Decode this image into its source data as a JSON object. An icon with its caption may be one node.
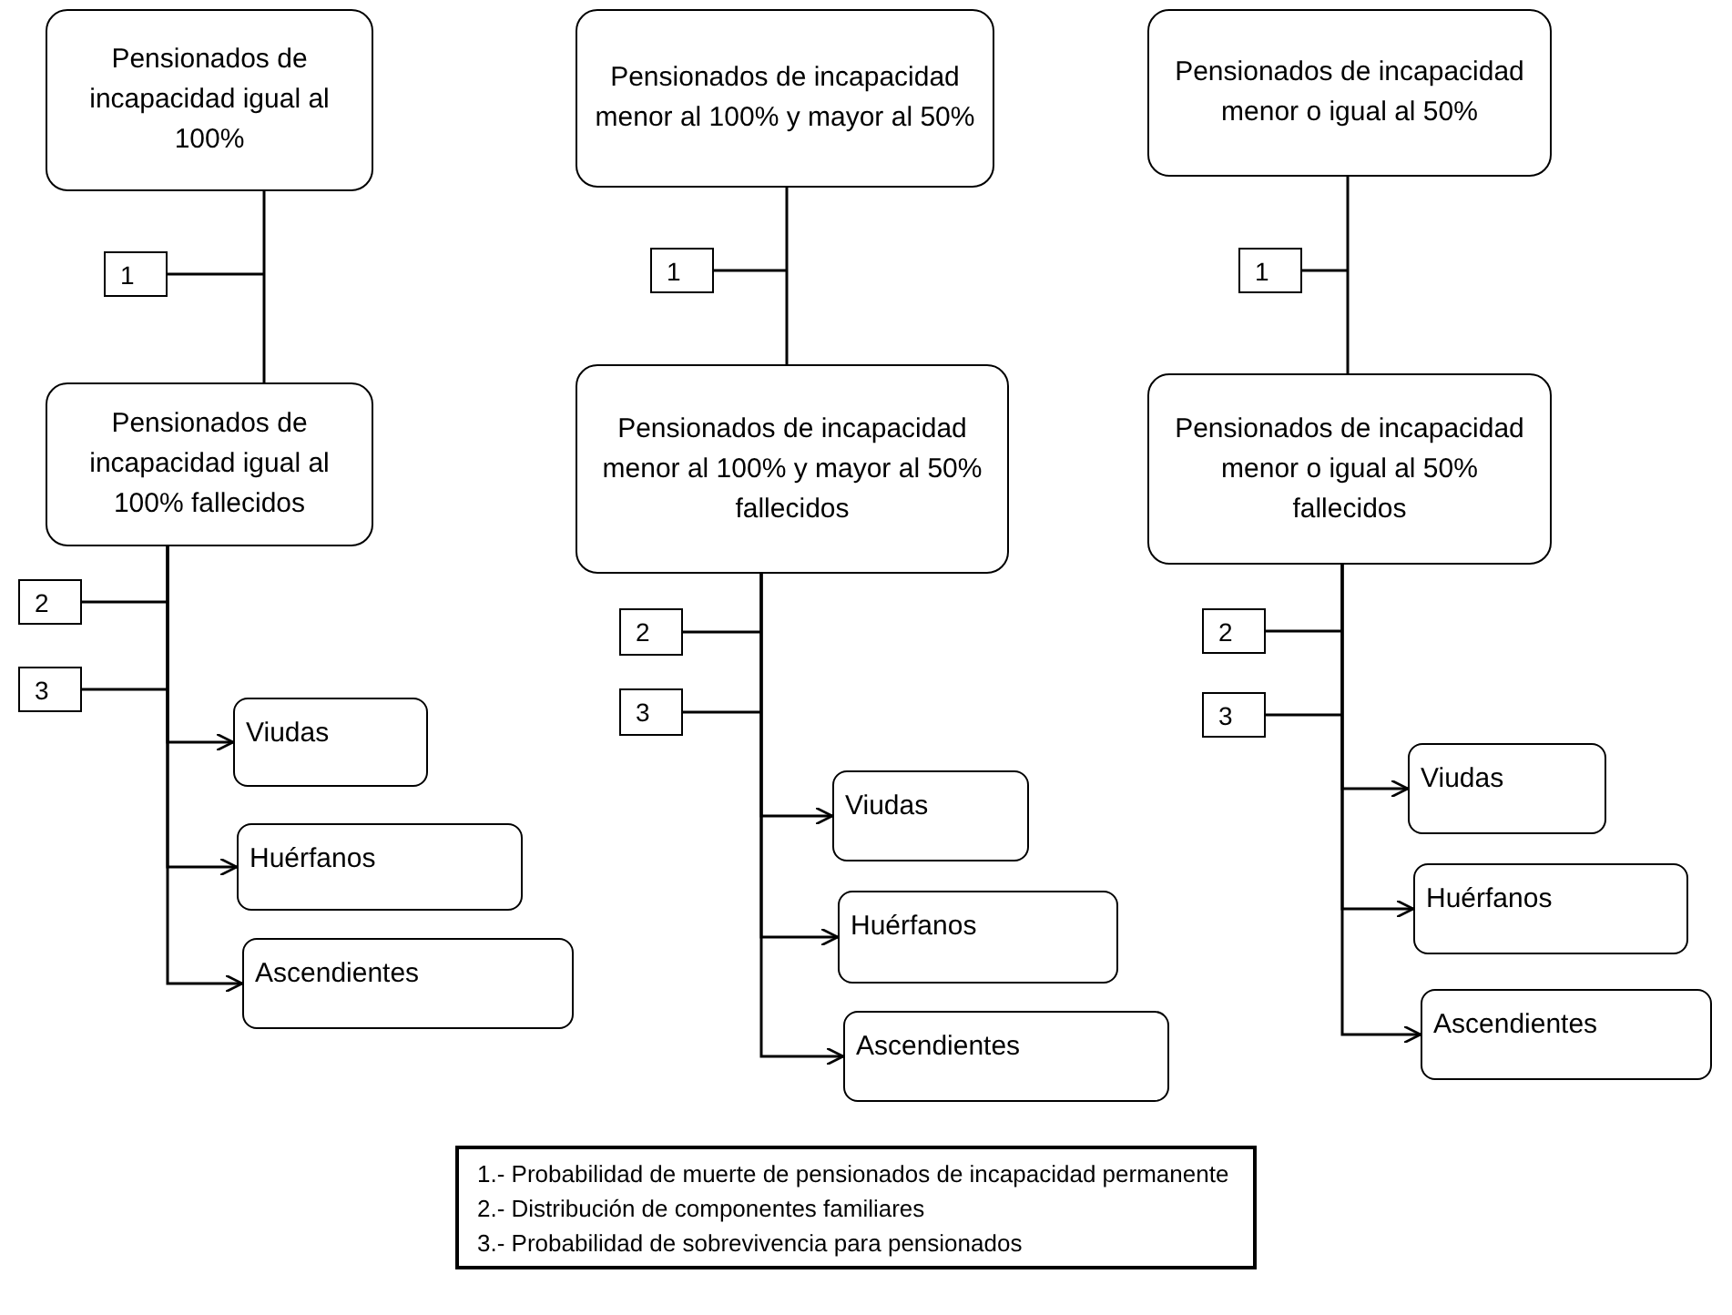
{
  "diagram": {
    "nodes": [
      {
        "text": [
          "Pensionados de incapacidad igual al 100%"
        ]
      },
      {
        "text": [
          "1"
        ]
      },
      {
        "text": [
          "Pensionados de incapacidad igual al 100% fallecidos"
        ]
      },
      {
        "text": [
          "2"
        ]
      },
      {
        "text": [
          "3"
        ]
      },
      {
        "text": [
          "Viudas"
        ]
      },
      {
        "text": [
          "Huérfanos"
        ]
      },
      {
        "text": [
          "Ascendientes"
        ]
      },
      {
        "text": [
          "Pensionados de incapacidad menor al 100% y mayor al 50%"
        ]
      },
      {
        "text": [
          "1"
        ]
      },
      {
        "text": [
          "Pensionados de incapacidad menor al 100% y mayor al 50% fallecidos"
        ]
      },
      {
        "text": [
          "2"
        ]
      },
      {
        "text": [
          "3"
        ]
      },
      {
        "text": [
          "Viudas"
        ]
      },
      {
        "text": [
          "Huérfanos"
        ]
      },
      {
        "text": [
          "Ascendientes"
        ]
      },
      {
        "text": [
          "Pensionados de incapacidad menor o igual al 50%"
        ]
      },
      {
        "text": [
          "1"
        ]
      },
      {
        "text": [
          "Pensionados de incapacidad menor o igual al 50% fallecidos"
        ]
      },
      {
        "text": [
          "2"
        ]
      },
      {
        "text": [
          "3"
        ]
      },
      {
        "text": [
          "Viudas"
        ]
      },
      {
        "text": [
          "Huérfanos"
        ]
      },
      {
        "text": [
          "Ascendientes"
        ]
      },
      {
        "text": [
          "1.- Probabilidad de muerte de pensionados de incapacidad permanente",
          "2.- Distribución de componentes familiares",
          "3.- Probabilidad de sobrevivencia para pensionados"
        ]
      }
    ],
    "edges": [
      {
        "from": 0,
        "to": 2,
        "arrow": "none"
      },
      {
        "from": 1,
        "to": null,
        "arrow": "none"
      },
      {
        "from": 3,
        "to": null,
        "arrow": "none"
      },
      {
        "from": 4,
        "to": null,
        "arrow": "none"
      },
      {
        "from": 2,
        "to": 5,
        "arrow": "to"
      },
      {
        "from": 2,
        "to": 6,
        "arrow": "to"
      },
      {
        "from": 2,
        "to": 7,
        "arrow": "to"
      },
      {
        "from": 8,
        "to": 10,
        "arrow": "none"
      },
      {
        "from": 9,
        "to": null,
        "arrow": "none"
      },
      {
        "from": 11,
        "to": null,
        "arrow": "none"
      },
      {
        "from": 12,
        "to": null,
        "arrow": "none"
      },
      {
        "from": 10,
        "to": 13,
        "arrow": "to"
      },
      {
        "from": 10,
        "to": 14,
        "arrow": "to"
      },
      {
        "from": 10,
        "to": 15,
        "arrow": "to"
      },
      {
        "from": 16,
        "to": 18,
        "arrow": "none"
      },
      {
        "from": 17,
        "to": null,
        "arrow": "none"
      },
      {
        "from": 19,
        "to": null,
        "arrow": "none"
      },
      {
        "from": 20,
        "to": null,
        "arrow": "none"
      },
      {
        "from": 18,
        "to": 21,
        "arrow": "to"
      },
      {
        "from": 18,
        "to": 22,
        "arrow": "to"
      },
      {
        "from": 18,
        "to": 23,
        "arrow": "to"
      }
    ]
  }
}
